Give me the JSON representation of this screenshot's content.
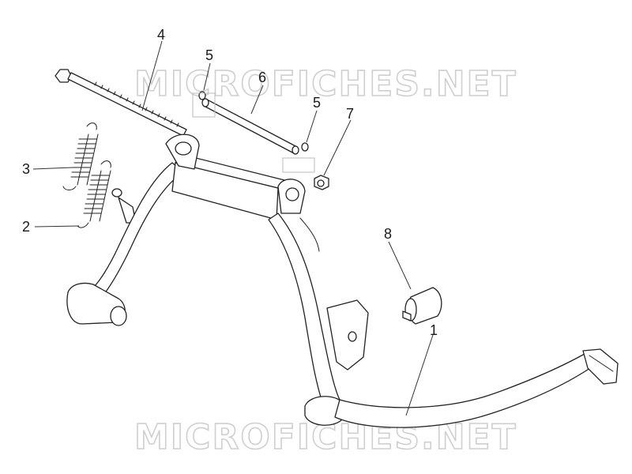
{
  "watermark": {
    "text": "MICROFICHES.NET"
  },
  "callouts": [
    {
      "id": "callout-1",
      "label": "1"
    },
    {
      "id": "callout-2",
      "label": "2"
    },
    {
      "id": "callout-3",
      "label": "3"
    },
    {
      "id": "callout-4",
      "label": "4"
    },
    {
      "id": "callout-5a",
      "label": "5"
    },
    {
      "id": "callout-5b",
      "label": "5"
    },
    {
      "id": "callout-6",
      "label": "6"
    },
    {
      "id": "callout-7",
      "label": "7"
    },
    {
      "id": "callout-8",
      "label": "8"
    }
  ],
  "colors": {
    "line": "#222222",
    "watermark": "#cfcfcf",
    "background": "#ffffff"
  }
}
